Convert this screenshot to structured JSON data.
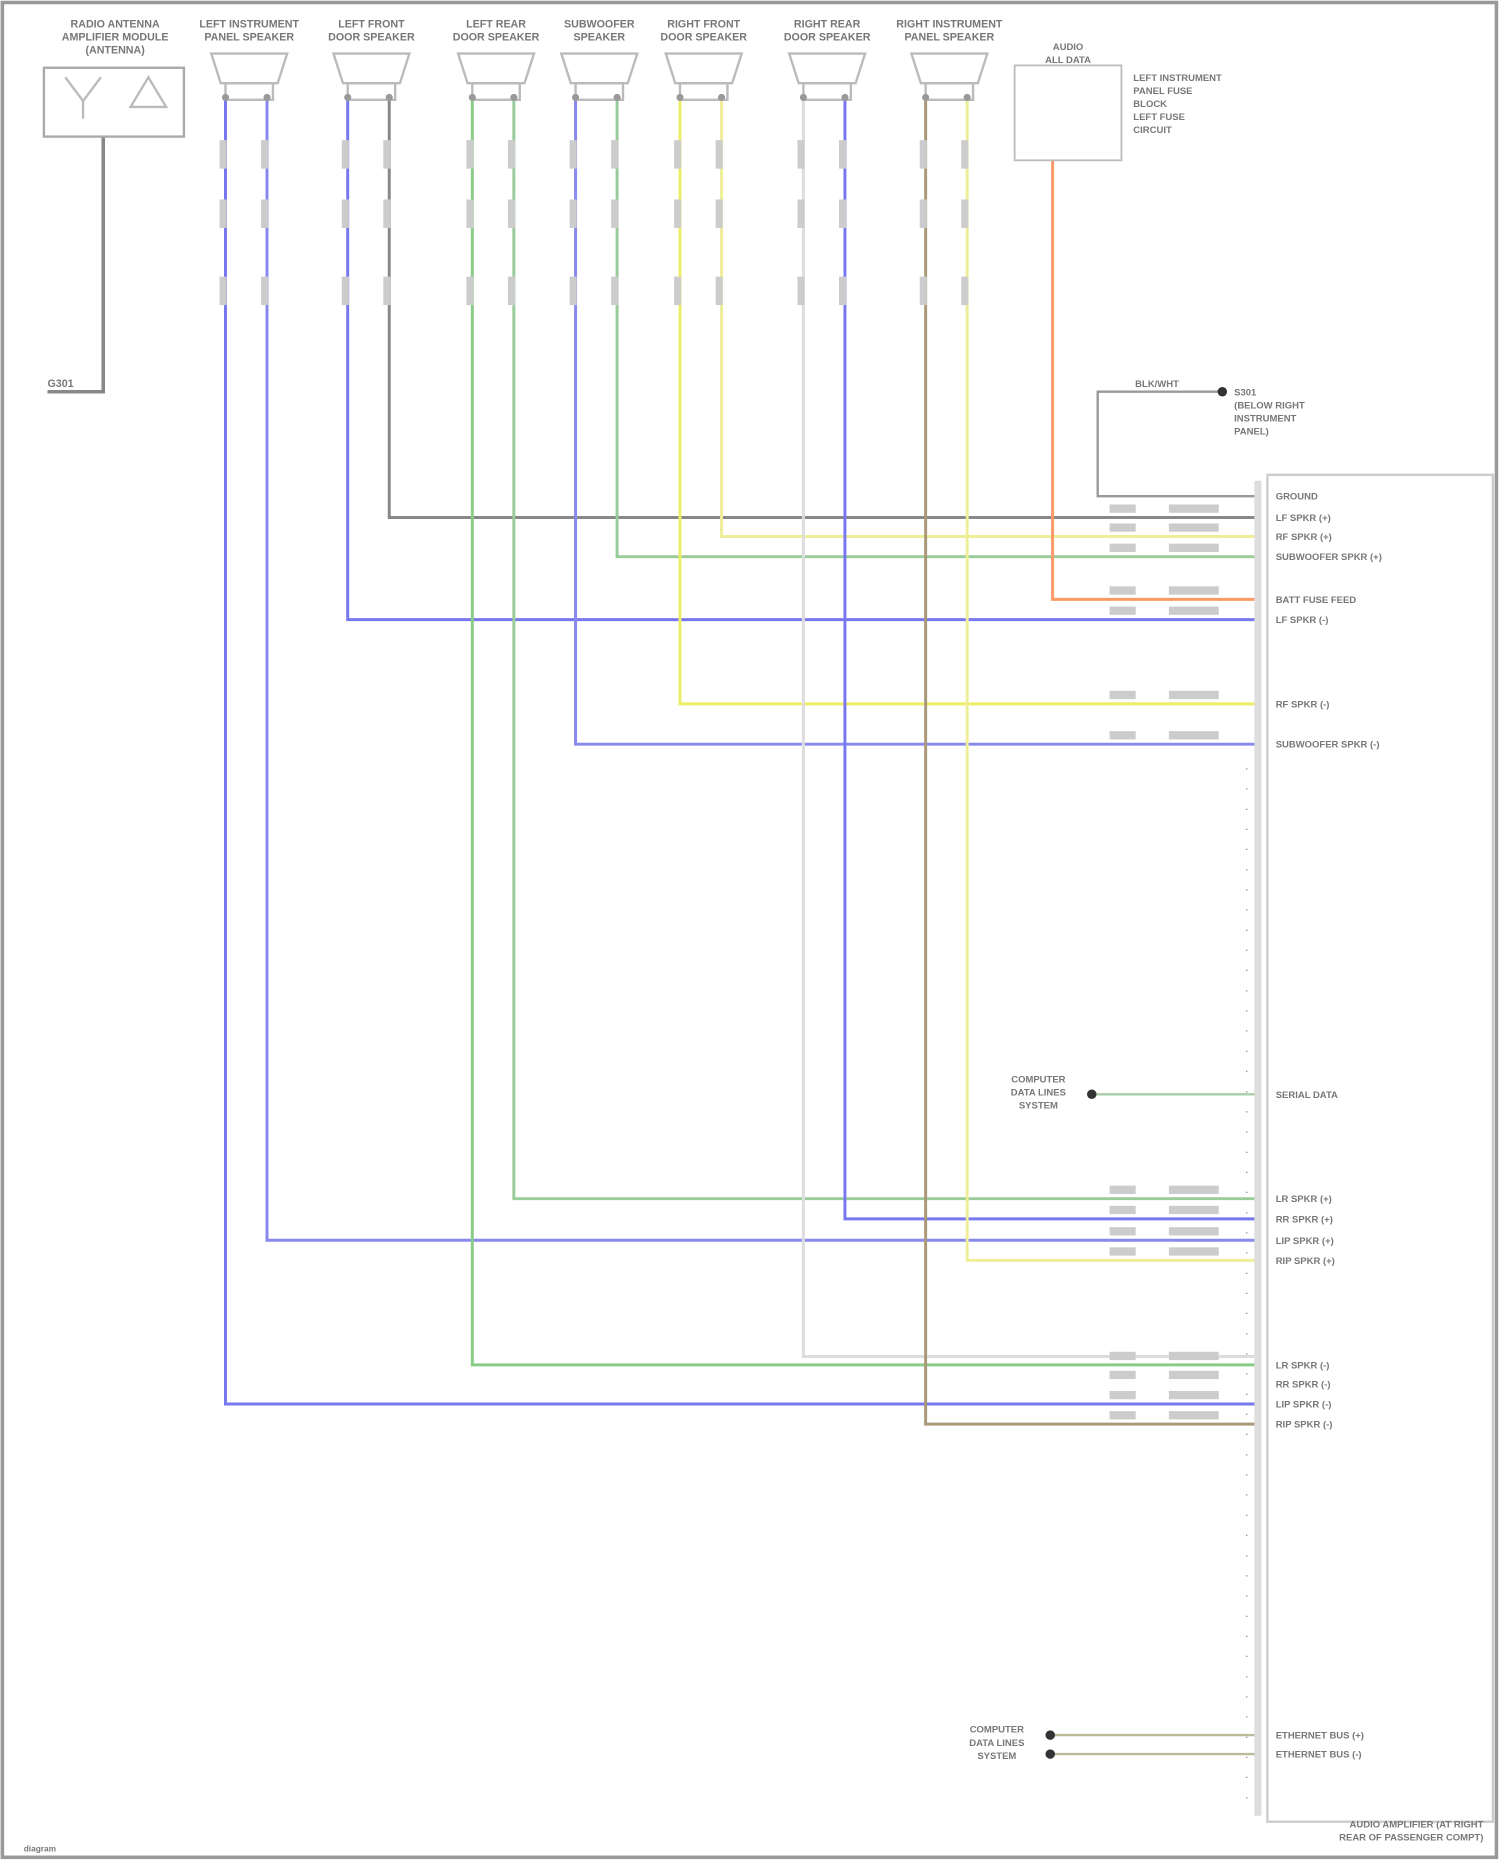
{
  "antenna": {
    "label": [
      "RADIO ANTENNA",
      "AMPLIFIER MODULE",
      "(ANTENNA)"
    ],
    "wire_color": "#888888"
  },
  "ground": {
    "label": "G301"
  },
  "speakers": [
    {
      "label": [
        "LEFT INSTRUMENT",
        "PANEL SPEAKER"
      ],
      "wires": [
        {
          "color": "#7777ee",
          "row": 1183
        },
        {
          "color": "#8888ee",
          "row": 1045
        }
      ]
    },
    {
      "label": [
        "LEFT FRONT",
        "DOOR SPEAKER"
      ],
      "wires": [
        {
          "color": "#7777ee",
          "row": 522
        },
        {
          "color": "#888888",
          "row": 436
        }
      ]
    },
    {
      "label": [
        "LEFT REAR",
        "DOOR SPEAKER"
      ],
      "wires": [
        {
          "color": "#88cc88",
          "row": 1150
        },
        {
          "color": "#99cc99",
          "row": 1010
        }
      ]
    },
    {
      "label": [
        "SUBWOOFER",
        "SPEAKER"
      ],
      "wires": [
        {
          "color": "#8888ee",
          "row": 627
        },
        {
          "color": "#99cc99",
          "row": 469
        }
      ]
    },
    {
      "label": [
        "RIGHT FRONT",
        "DOOR SPEAKER"
      ],
      "wires": [
        {
          "color": "#eeee66",
          "row": 593
        },
        {
          "color": "#eeee99",
          "row": 452
        }
      ]
    },
    {
      "label": [
        "RIGHT REAR",
        "DOOR SPEAKER"
      ],
      "wires": [
        {
          "color": "#dddddd",
          "row": 1143
        },
        {
          "color": "#7777ee",
          "row": 1027
        }
      ]
    },
    {
      "label": [
        "RIGHT INSTRUMENT",
        "PANEL SPEAKER"
      ],
      "wires": [
        {
          "color": "#aa9977",
          "row": 1200
        },
        {
          "color": "#eeee99",
          "row": 1062
        }
      ]
    }
  ],
  "switch": {
    "label": [
      "AUDIO",
      "ALL DATA"
    ],
    "side_labels": [
      "LEFT INSTRUMENT",
      "PANEL FUSE",
      "BLOCK",
      "LEFT FUSE",
      "CIRCUIT"
    ],
    "wire_color": "#ff9966",
    "row": 505
  },
  "ground_splice": {
    "label": [
      "S301",
      "(BELOW RIGHT",
      "INSTRUMENT",
      "PANEL)"
    ],
    "wire_label": "BLK/WHT"
  },
  "data_link": {
    "label": [
      "COMPUTER",
      "DATA LINES",
      "SYSTEM"
    ],
    "pin_label": "SERIAL DATA"
  },
  "data_link_bottom": {
    "label": [
      "COMPUTER",
      "DATA LINES",
      "SYSTEM"
    ],
    "pin_labels": [
      "ETHERNET BUS (+)",
      "ETHERNET BUS (-)"
    ]
  },
  "amplifier": {
    "label": [
      "AUDIO AMPLIFIER (AT RIGHT",
      "REAR OF PASSENGER COMPT)"
    ]
  },
  "pin_labels": {
    "436": "LF SPKR (+)",
    "452": "RF SPKR (+)",
    "469": "SUBWOOFER SPKR (+)",
    "505": "BATT FUSE FEED",
    "522": "LF SPKR (-)",
    "593": "RF SPKR (-)",
    "627": "SUBWOOFER SPKR (-)",
    "1010": "LR SPKR (+)",
    "1027": "RR SPKR (+)",
    "1045": "LIP SPKR (+)",
    "1062": "RIP SPKR (+)",
    "1150": "LR SPKR (-)",
    "1166": "RR SPKR (-)",
    "1183": "LIP SPKR (-)",
    "1200": "RIP SPKR (-)"
  },
  "ground_pin_label": "GROUND",
  "footer": "diagram"
}
